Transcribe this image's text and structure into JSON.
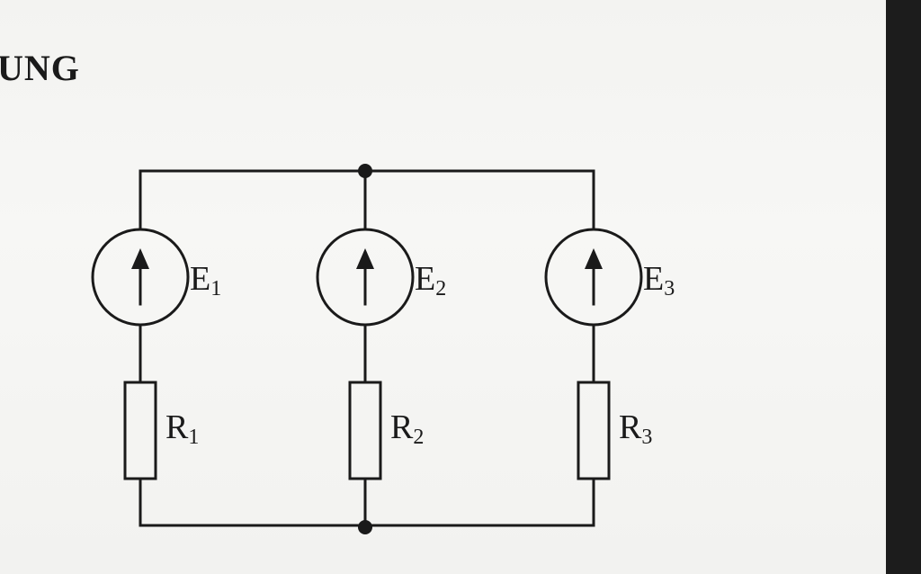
{
  "heading": "UNG",
  "colors": {
    "wire": "#1a1a1a",
    "background": "#f4f4f2",
    "side_bar": "#1c1c1c"
  },
  "circuit": {
    "sources": [
      {
        "name": "E",
        "sub": "1",
        "direction": "up"
      },
      {
        "name": "E",
        "sub": "2",
        "direction": "up"
      },
      {
        "name": "E",
        "sub": "3",
        "direction": "up"
      }
    ],
    "resistors": [
      {
        "name": "R",
        "sub": "1"
      },
      {
        "name": "R",
        "sub": "2"
      },
      {
        "name": "R",
        "sub": "3"
      }
    ]
  }
}
